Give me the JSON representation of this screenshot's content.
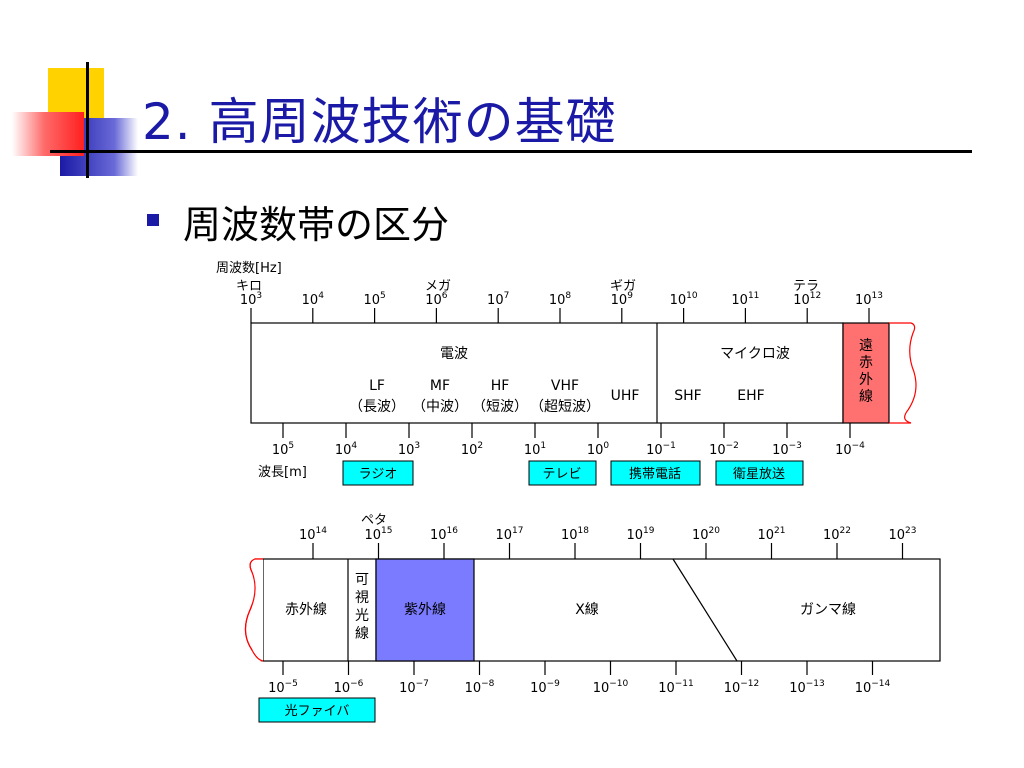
{
  "slide": {
    "title": "2. 高周波技術の基礎",
    "bullet": "周波数帯の区分"
  },
  "diagram": {
    "freq_axis_label": "周波数[Hz]",
    "wavelength_axis_label": "波長[m]",
    "prefixes": {
      "kilo": "キロ",
      "mega": "メガ",
      "giga": "ギガ",
      "tera": "テラ",
      "peta": "ペタ"
    },
    "upper": {
      "freq_ticks": [
        {
          "b": "10",
          "e": "3"
        },
        {
          "b": "10",
          "e": "4"
        },
        {
          "b": "10",
          "e": "5"
        },
        {
          "b": "10",
          "e": "6"
        },
        {
          "b": "10",
          "e": "7"
        },
        {
          "b": "10",
          "e": "8"
        },
        {
          "b": "10",
          "e": "9"
        },
        {
          "b": "10",
          "e": "10"
        },
        {
          "b": "10",
          "e": "11"
        },
        {
          "b": "10",
          "e": "12"
        },
        {
          "b": "10",
          "e": "13"
        }
      ],
      "wave_ticks": [
        {
          "b": "10",
          "e": "5"
        },
        {
          "b": "10",
          "e": "4"
        },
        {
          "b": "10",
          "e": "3"
        },
        {
          "b": "10",
          "e": "2"
        },
        {
          "b": "10",
          "e": "1"
        },
        {
          "b": "10",
          "e": "0"
        },
        {
          "b": "10",
          "e": "−1"
        },
        {
          "b": "10",
          "e": "−2"
        },
        {
          "b": "10",
          "e": "−3"
        },
        {
          "b": "10",
          "e": "−4"
        }
      ],
      "radio_wave_label": "電波",
      "bands": [
        {
          "top": "LF",
          "bottom": "（長波）"
        },
        {
          "top": "MF",
          "bottom": "（中波）"
        },
        {
          "top": "HF",
          "bottom": "（短波）"
        },
        {
          "top": "VHF",
          "bottom": "（超短波）"
        }
      ],
      "uhf": "UHF",
      "microwave_label": "マイクロ波",
      "shf": "SHF",
      "ehf": "EHF",
      "far_infrared": [
        "遠",
        "赤",
        "外",
        "線"
      ],
      "applications": [
        "ラジオ",
        "テレビ",
        "携帯電話",
        "衛星放送"
      ]
    },
    "lower": {
      "freq_ticks": [
        {
          "b": "10",
          "e": "14"
        },
        {
          "b": "10",
          "e": "15"
        },
        {
          "b": "10",
          "e": "16"
        },
        {
          "b": "10",
          "e": "17"
        },
        {
          "b": "10",
          "e": "18"
        },
        {
          "b": "10",
          "e": "19"
        },
        {
          "b": "10",
          "e": "20"
        },
        {
          "b": "10",
          "e": "21"
        },
        {
          "b": "10",
          "e": "22"
        },
        {
          "b": "10",
          "e": "23"
        }
      ],
      "wave_ticks": [
        {
          "b": "10",
          "e": "−5"
        },
        {
          "b": "10",
          "e": "−6"
        },
        {
          "b": "10",
          "e": "−7"
        },
        {
          "b": "10",
          "e": "−8"
        },
        {
          "b": "10",
          "e": "−9"
        },
        {
          "b": "10",
          "e": "−10"
        },
        {
          "b": "10",
          "e": "−11"
        },
        {
          "b": "10",
          "e": "−12"
        },
        {
          "b": "10",
          "e": "−13"
        },
        {
          "b": "10",
          "e": "−14"
        }
      ],
      "infrared": "赤外線",
      "visible_light": [
        "可",
        "視",
        "光",
        "線"
      ],
      "ultraviolet": "紫外線",
      "xray": "X線",
      "gamma": "ガンマ線",
      "application": "光ファイバ"
    },
    "colors": {
      "title": "#1a1aa6",
      "cyan_box": "#00ffff",
      "far_ir_fill": "#ff7070",
      "uv_fill": "#7b7bff",
      "bracket_red": "#ff0000"
    }
  }
}
